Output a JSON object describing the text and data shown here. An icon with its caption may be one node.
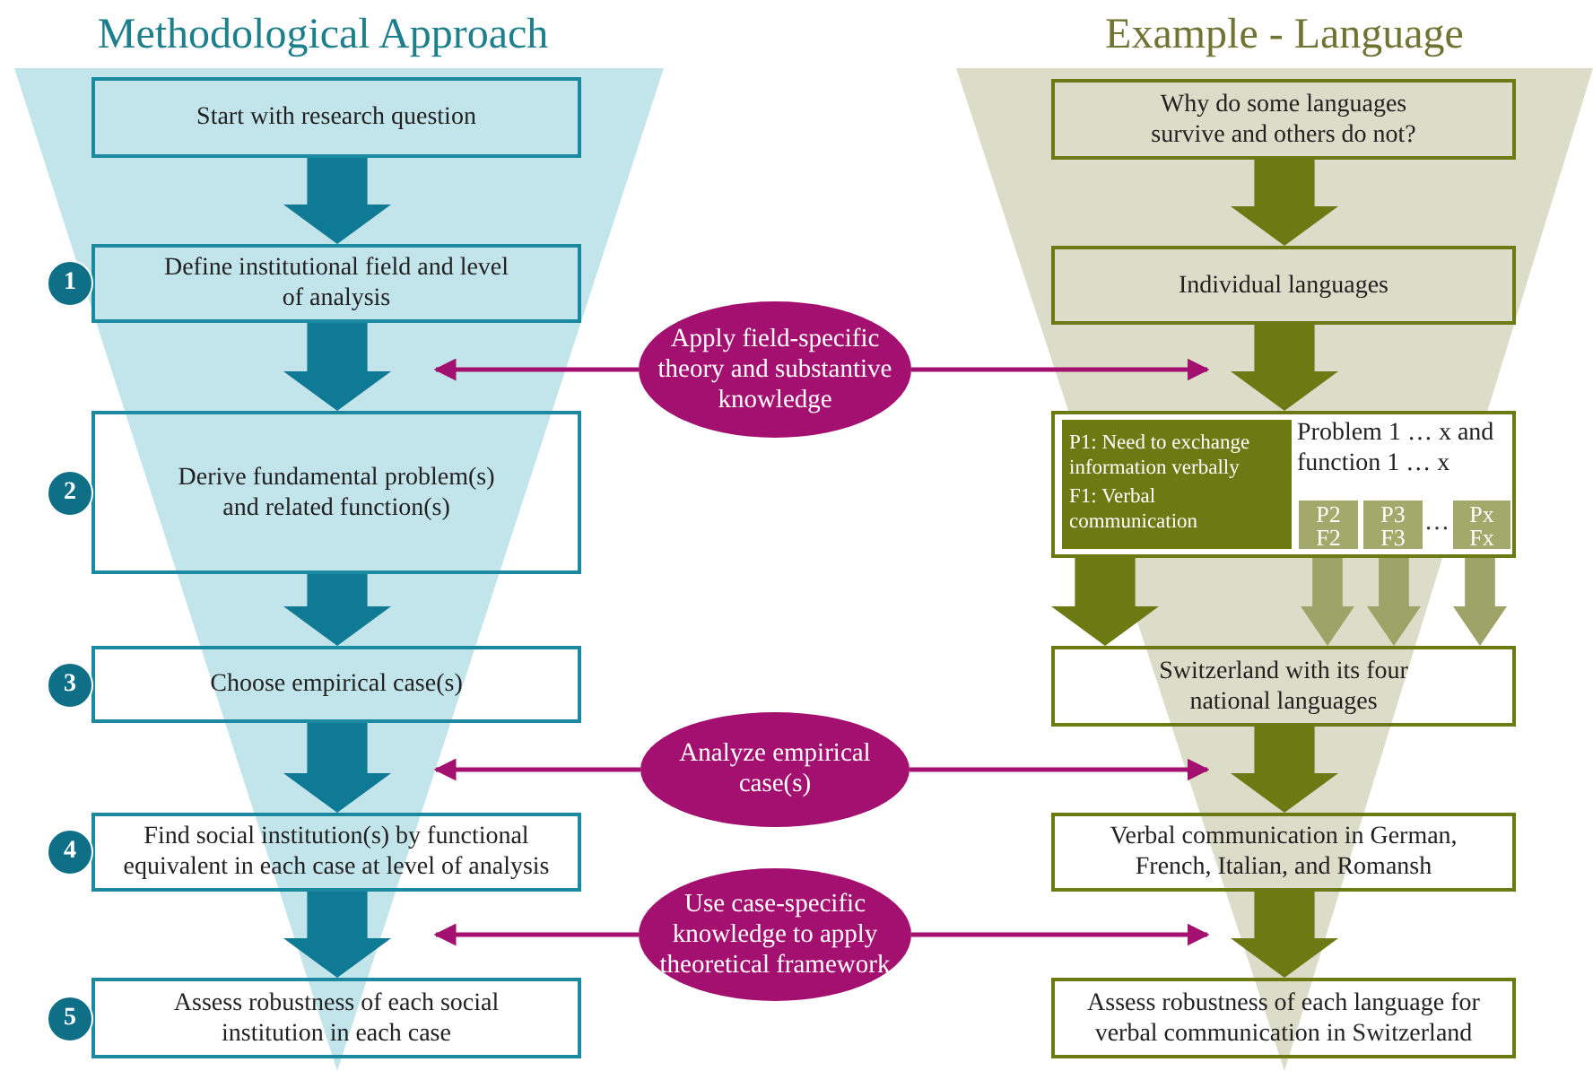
{
  "diagram": {
    "nodes": [
      {
        "text": [
          "Start with research question"
        ]
      },
      {
        "text": [
          "Define institutional field and level of analysis"
        ],
        "beside": [
          "1"
        ]
      },
      {
        "text": [
          "Derive fundamental problem(s) and related function(s)"
        ],
        "beside": [
          "2"
        ]
      },
      {
        "text": [
          "Choose empirical case(s)"
        ],
        "beside": [
          "3"
        ]
      },
      {
        "text": [
          "Find social institution(s) by functional equivalent in each case at level of analysis"
        ],
        "beside": [
          "4"
        ]
      },
      {
        "text": [
          "Assess robustness of each social institution in each case"
        ],
        "beside": [
          "5"
        ]
      },
      {
        "text": [
          "Why do some languages survive and others do not?"
        ]
      },
      {
        "text": [
          "Individual languages"
        ]
      },
      {
        "text": [
          "Problem 1 … x and function 1 … x"
        ]
      },
      {
        "text": [
          "P1: Need to exchange information verbally",
          "F1: Verbal communication"
        ],
        "in": 8
      },
      {
        "text": [
          "P2 F2"
        ],
        "in": 8
      },
      {
        "text": [
          "P3 F3"
        ],
        "in": 8
      },
      {
        "text": [
          "Px Fx"
        ],
        "in": 8
      },
      {
        "text": [
          "Switzerland with its four national languages"
        ]
      },
      {
        "text": [
          "Verbal communication in German, French, Italian, and Romansh"
        ]
      },
      {
        "text": [
          "Assess robustness of each language for verbal communication in Switzerland"
        ]
      },
      {
        "text": [
          "Apply field-specific theory and substantive knowledge"
        ]
      },
      {
        "text": [
          "Analyze empirical case(s)"
        ]
      },
      {
        "text": [
          "Use case-specific knowledge to apply theoretical framework"
        ]
      }
    ],
    "edges": [
      {
        "from": 0,
        "to": 1,
        "arrow": "to",
        "style": "thick",
        "color": "#0e7a93"
      },
      {
        "from": 1,
        "to": 2,
        "arrow": "to",
        "style": "thick",
        "color": "#0e7a93"
      },
      {
        "from": 2,
        "to": 3,
        "arrow": "to",
        "style": "thick",
        "color": "#0e7a93"
      },
      {
        "from": 3,
        "to": 4,
        "arrow": "to",
        "style": "thick",
        "color": "#0e7a93"
      },
      {
        "from": 4,
        "to": 5,
        "arrow": "to",
        "style": "thick",
        "color": "#0e7a93"
      },
      {
        "from": 6,
        "to": 7,
        "arrow": "to",
        "style": "thick"
      },
      {
        "from": 7,
        "to": 8,
        "arrow": "to",
        "style": "thick"
      },
      {
        "from": 9,
        "to": 13,
        "arrow": "to",
        "style": "thick"
      },
      {
        "from": 10,
        "to": 13,
        "arrow": "to",
        "style": "thick",
        "color": "#9ea468"
      },
      {
        "from": 11,
        "to": 13,
        "arrow": "to",
        "style": "thick",
        "color": "#9ea468"
      },
      {
        "from": 12,
        "to": 13,
        "arrow": "to",
        "style": "thick",
        "color": "#9ea468"
      },
      {
        "from": 13,
        "to": 14,
        "arrow": "to",
        "style": "thick"
      },
      {
        "from": 14,
        "to": 15,
        "arrow": "to",
        "style": "thick"
      },
      {
        "from": 16,
        "to": 2,
        "arrow": "to",
        "color": "#a3106f"
      },
      {
        "from": 16,
        "to": 8,
        "arrow": "to",
        "color": "#a3106f"
      },
      {
        "from": 17,
        "to": 3,
        "arrow": "to",
        "color": "#a3106f"
      },
      {
        "from": 17,
        "to": 14,
        "arrow": "to",
        "color": "#a3106f"
      },
      {
        "from": 18,
        "to": 4,
        "arrow": "to",
        "color": "#a3106f"
      },
      {
        "from": 18,
        "to": 14,
        "arrow": "to",
        "color": "#a3106f"
      }
    ],
    "labels": [
      "Methodological Approach",
      "Example - Language",
      "…"
    ]
  }
}
